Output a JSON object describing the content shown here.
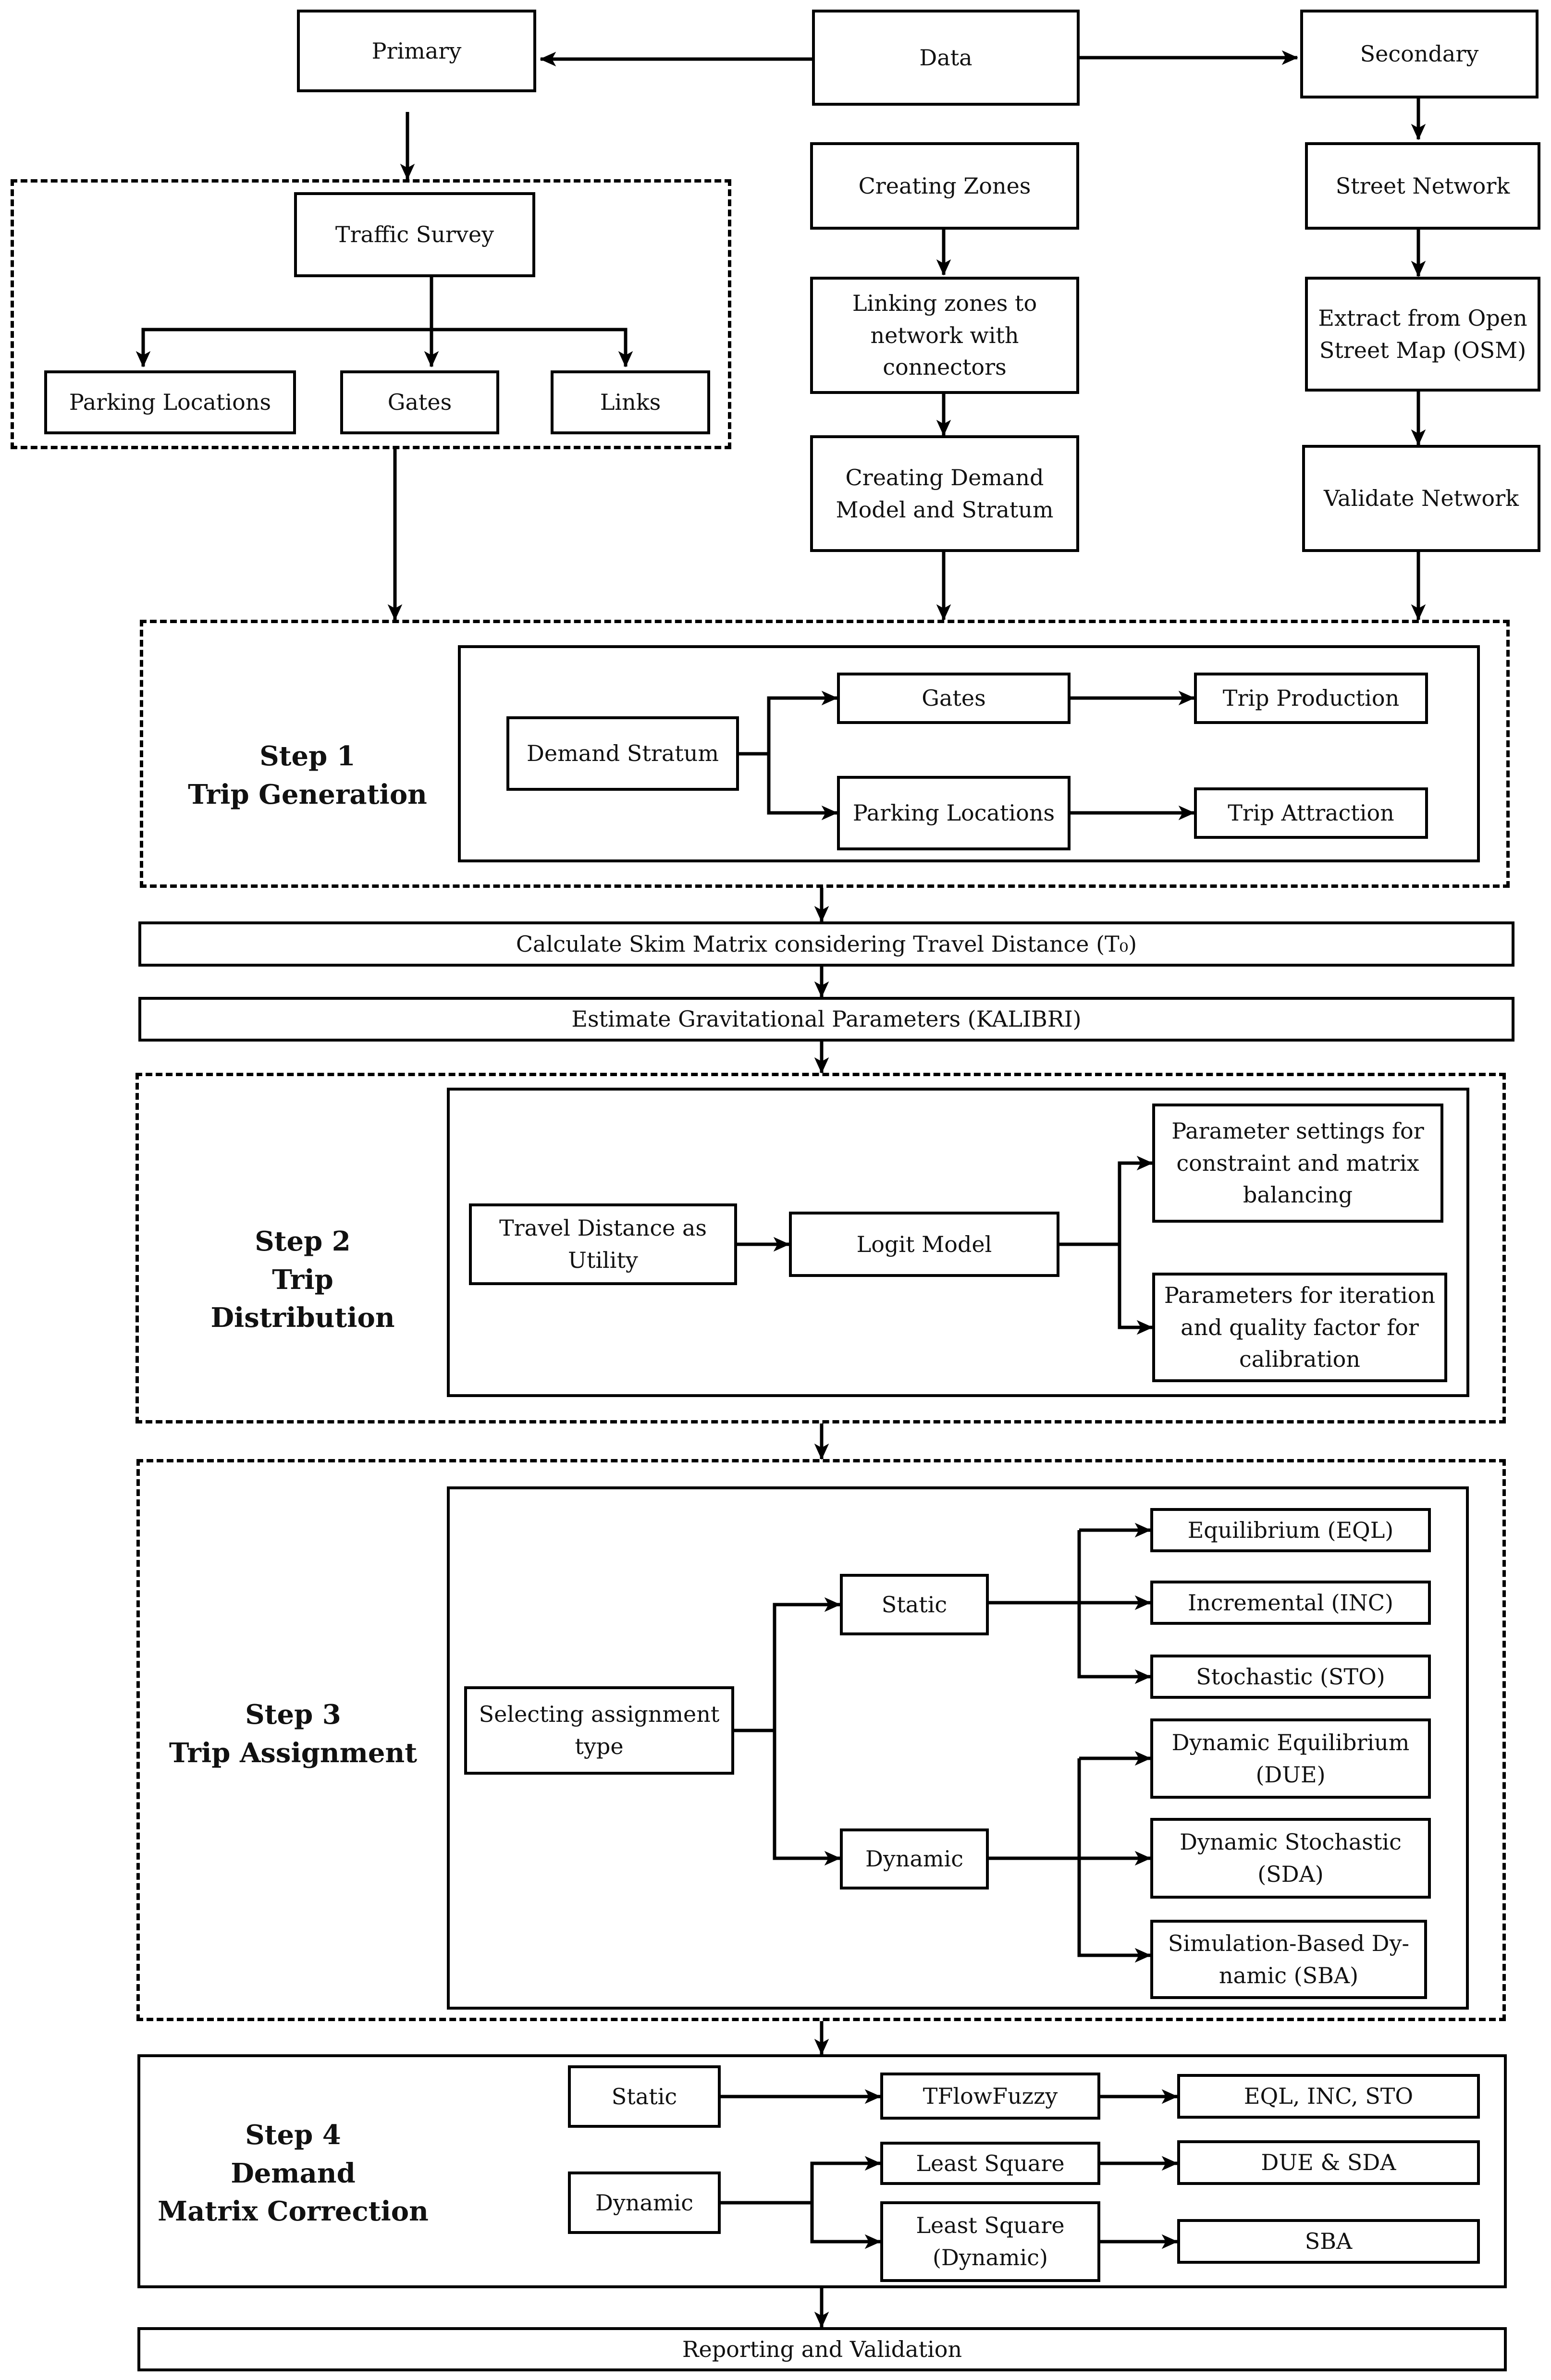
{
  "boxes": {
    "primary": "Primary",
    "data": "Data",
    "secondary": "Secondary",
    "traffic_survey": "Traffic Survey",
    "parking_locations": "Parking Locations",
    "gates": "Gates",
    "links": "Links",
    "creating_zones": "Creating Zones",
    "linking_zones": "Linking zones to network with connectors",
    "creating_demand": "Creating Demand Model and Stratum",
    "street_network": "Street Network",
    "extract_osm": "Extract from Open Street Map (OSM)",
    "validate_network": "Validate Network",
    "demand_stratum": "Demand Stratum",
    "s1_gates": "Gates",
    "s1_parking": "Parking Locations",
    "trip_production": "Trip Production",
    "trip_attraction": "Trip Attraction",
    "skim_matrix": "Calculate Skim Matrix considering Travel Distance (T₀)",
    "gravitational": "Estimate Gravitational Parameters (KALIBRI)",
    "travel_distance_utility": "Travel Distance as Utility",
    "logit_model": "Logit Model",
    "param_constraint": "Parameter settings for constraint and matrix balancing",
    "param_iteration": "Parameters for iteration and quality factor for calibration",
    "selecting_assignment": "Selecting assignment type",
    "s3_static": "Static",
    "s3_dynamic": "Dynamic",
    "eql": "Equilibrium (EQL)",
    "inc": "Incremental (INC)",
    "sto": "Stochastic (STO)",
    "due": "Dynamic Equilibrium (DUE)",
    "sda": "Dynamic Stochastic (SDA)",
    "sba": "Simulation-Based Dy-namic (SBA)",
    "s4_static": "Static",
    "s4_dynamic": "Dynamic",
    "tflowfuzzy": "TFlowFuzzy",
    "least_square": "Least Square",
    "least_square_dynamic": "Least Square (Dynamic)",
    "eql_inc_sto": "EQL, INC, STO",
    "due_sda": "DUE & SDA",
    "s4_sba": "SBA",
    "reporting": "Reporting and Validation"
  },
  "steps": {
    "step1": {
      "label": "Step 1",
      "title": "Trip Generation"
    },
    "step2": {
      "label": "Step 2",
      "title1": "Trip",
      "title2": "Distribution"
    },
    "step3": {
      "label": "Step 3",
      "title": "Trip Assignment"
    },
    "step4": {
      "label": "Step 4",
      "title1": "Demand",
      "title2": "Matrix Correction"
    }
  }
}
